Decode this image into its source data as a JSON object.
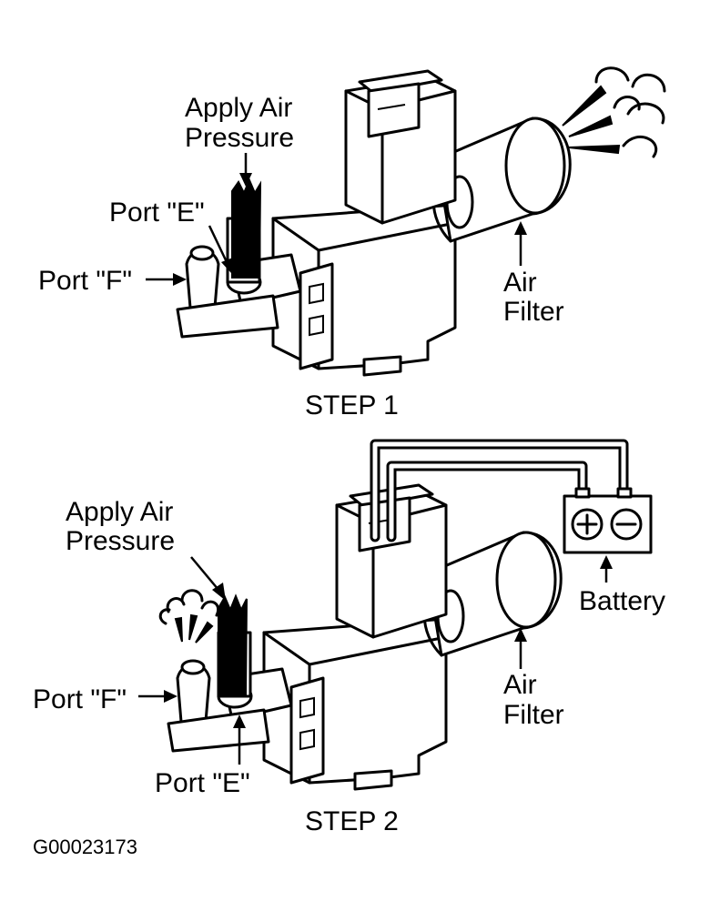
{
  "figure_id": "G00023173",
  "step1": {
    "title": "STEP 1",
    "apply_line1": "Apply Air",
    "apply_line2": "Pressure",
    "port_e": "Port \"E\"",
    "port_f": "Port \"F\"",
    "air_line1": "Air",
    "air_line2": "Filter"
  },
  "step2": {
    "title": "STEP 2",
    "apply_line1": "Apply Air",
    "apply_line2": "Pressure",
    "port_e": "Port \"E\"",
    "port_f": "Port \"F\"",
    "air_line1": "Air",
    "air_line2": "Filter",
    "battery": "Battery",
    "battery_pos": "+",
    "battery_neg": "−"
  }
}
